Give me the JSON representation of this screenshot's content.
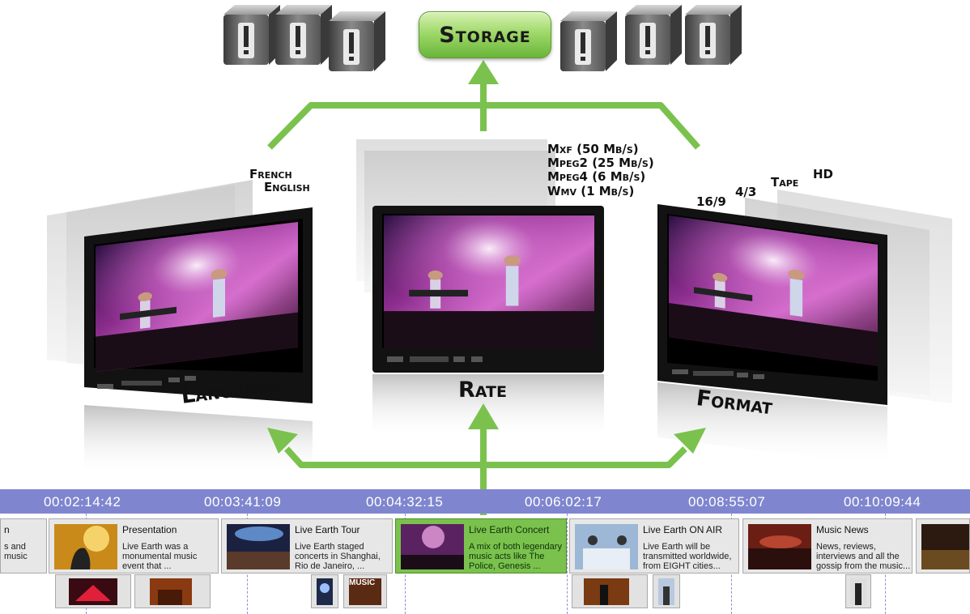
{
  "storage": {
    "label": "Storage"
  },
  "language": {
    "label": "Language",
    "options": [
      "French",
      "English"
    ]
  },
  "rate": {
    "label": "Rate",
    "formats": [
      "Mxf (50 Mb/s)",
      "Mpeg2 (25 Mb/s)",
      "Mpeg4 (6 Mb/s)",
      "Wmv (1 Mb/s)"
    ]
  },
  "format": {
    "label": "Format",
    "options": [
      "16/9",
      "4/3",
      "Tape",
      "HD"
    ]
  },
  "timeline": {
    "timecodes": [
      "00:02:14:42",
      "00:03:41:09",
      "00:04:32:15",
      "00:06:02:17",
      "00:08:55:07",
      "00:10:09:44"
    ],
    "clips": [
      {
        "title": "n",
        "desc": "s and music"
      },
      {
        "title": "Presentation",
        "desc": "Live Earth was a monumental music event that ..."
      },
      {
        "title": "Live Earth Tour",
        "desc": "Live Earth staged concerts in Shanghai, Rio de Janeiro, ..."
      },
      {
        "title": "Live Earth Concert",
        "desc": "A mix of both legendary music acts like The Police, Genesis ..."
      },
      {
        "title": "Live Earth ON AIR",
        "desc": "Live Earth will be transmitted worldwide, from EIGHT cities..."
      },
      {
        "title": "Music News",
        "desc": "News, reviews, interviews and all the gossip from the music..."
      }
    ],
    "sub_thumb_text": "MUSIC"
  },
  "colors": {
    "green": "#7ac24d",
    "timeline_bar": "#7f86cf",
    "card_active": "#7ac24d"
  }
}
